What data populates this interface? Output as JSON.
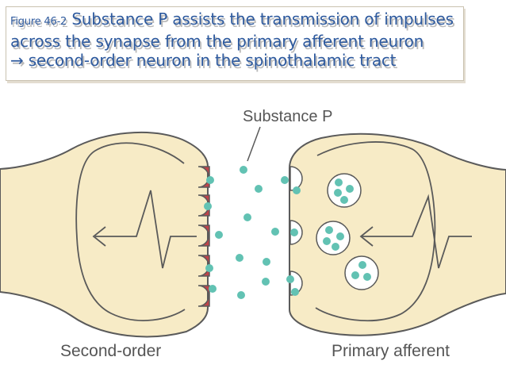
{
  "caption": {
    "figure_label": "Figure 46-2",
    "line1": "Substance P assists the transmission of impulses",
    "line2": "across the synapse from the primary afferent neuron",
    "line3": "→ second-order neuron in the spinothalamic tract"
  },
  "diagram": {
    "label_substance": "Substance P",
    "label_left": "Second-order",
    "label_right": "Primary afferent"
  },
  "colors": {
    "cell_fill": "#f7ebc6",
    "cell_stroke": "#5a5a5a",
    "receptor_fill": "#c0434a",
    "molecule": "#62c2b3",
    "caption_text": "#2e5a9e"
  }
}
